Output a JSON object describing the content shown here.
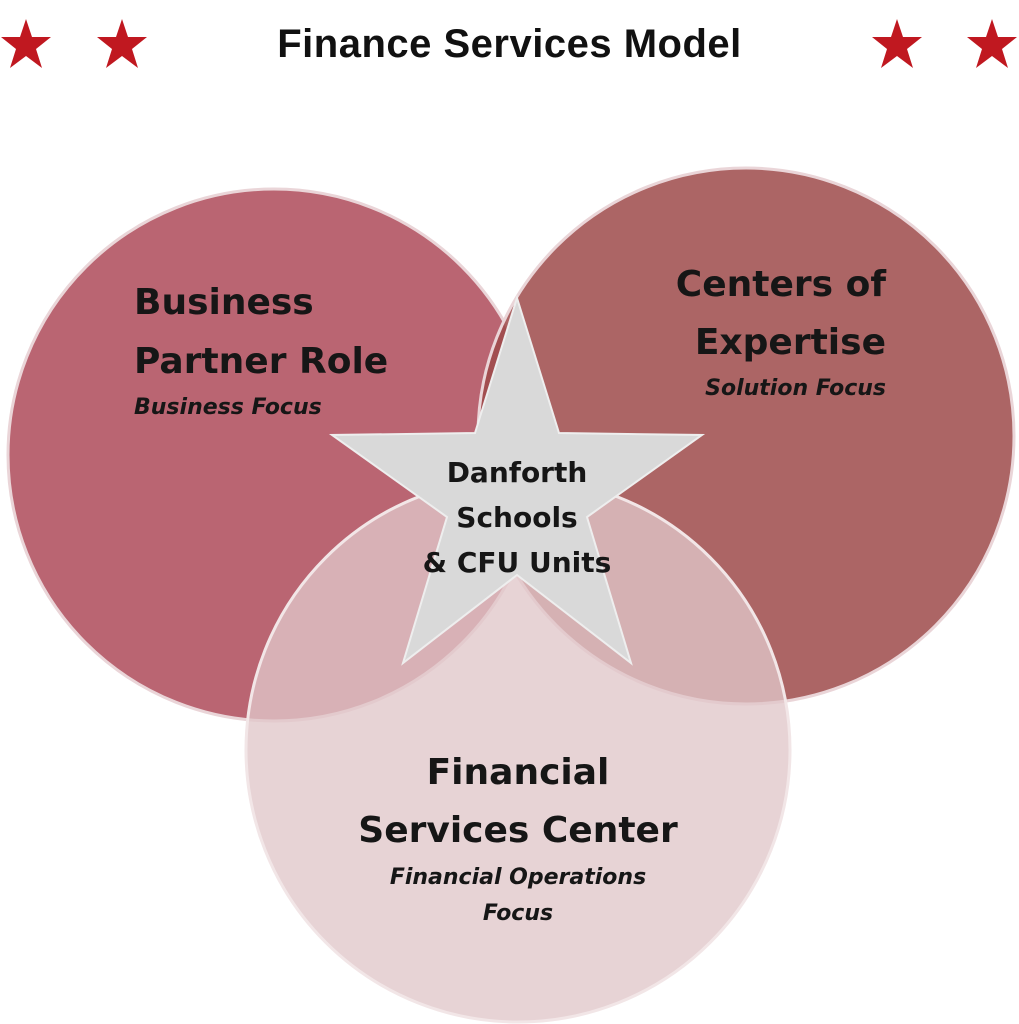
{
  "title": "Finance Services Model",
  "colors": {
    "star_red": "#c01820",
    "business_circle": "#b0505f",
    "expertise_circle": "#9e4a4a",
    "services_circle": "#e0c7c9",
    "center_star": "#d9d9d9",
    "text": "#161616"
  },
  "decorations": {
    "left_stars": [
      "star-icon",
      "star-icon"
    ],
    "right_stars": [
      "star-icon",
      "star-icon"
    ]
  },
  "circles": {
    "business": {
      "line1": "Business",
      "line2": "Partner Role",
      "focus": "Business Focus"
    },
    "expertise": {
      "line1": "Centers of",
      "line2": "Expertise",
      "focus": "Solution Focus"
    },
    "services": {
      "line1": "Financial",
      "line2": "Services Center",
      "focus1": "Financial Operations",
      "focus2": "Focus"
    }
  },
  "center": {
    "line1": "Danforth",
    "line2": "Schools",
    "line3": "& CFU Units"
  }
}
